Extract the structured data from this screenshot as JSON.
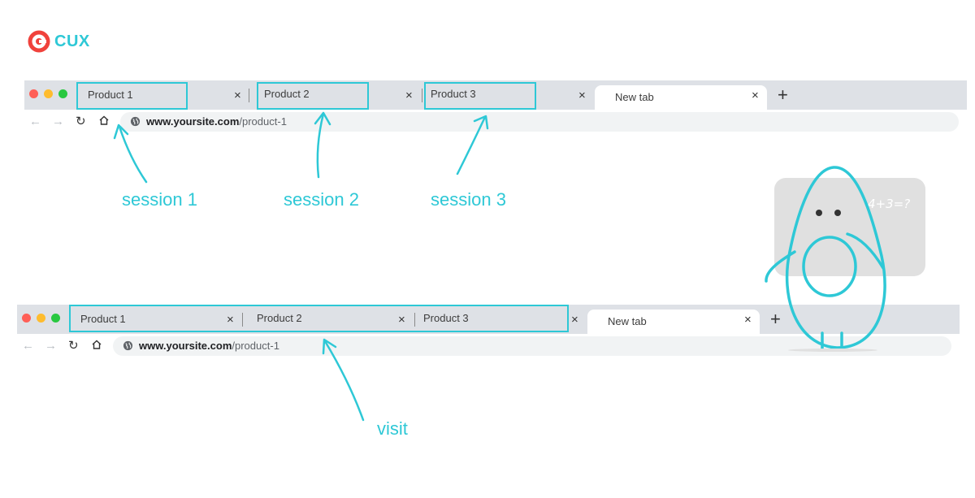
{
  "logo": {
    "text": "CUX",
    "accent": "#2ec8d6",
    "mark_color": "#f0423c"
  },
  "browser_top": {
    "tabs": [
      {
        "label": "Product 1"
      },
      {
        "label": "Product 2"
      },
      {
        "label": "Product 3"
      },
      {
        "label": "New tab"
      }
    ],
    "close_glyph": "×",
    "plus_glyph": "+",
    "url_host": "www.yoursite.com",
    "url_path": "/product-1"
  },
  "browser_bottom": {
    "tabs": [
      {
        "label": "Product 1"
      },
      {
        "label": "Product 2"
      },
      {
        "label": "Product 3"
      },
      {
        "label": "New tab"
      }
    ],
    "close_glyph": "×",
    "plus_glyph": "+",
    "url_host": "www.yoursite.com",
    "url_path": "/product-1"
  },
  "annotations": {
    "session_1": "session 1",
    "session_2": "session 2",
    "session_3": "session 3",
    "visit": "visit"
  },
  "illustration": {
    "board_text": "4+3=?",
    "line_color": "#2ec8d6",
    "board_color": "#e0e0e0"
  },
  "icons": {
    "back": "back-arrow-icon",
    "forward": "forward-arrow-icon",
    "reload": "reload-icon",
    "home": "home-icon",
    "globe": "globe-icon"
  }
}
